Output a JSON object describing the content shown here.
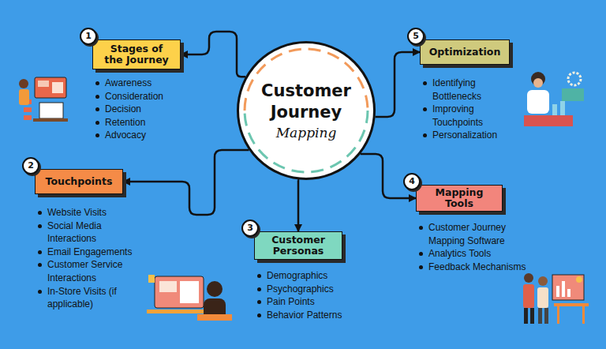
{
  "diagram": {
    "nodes": [
      {
        "text": [
          "Customer Journey",
          "Mapping"
        ]
      },
      {
        "text": [
          "Stages of the Journey",
          "Awareness",
          "Consideration",
          "Decision",
          "Retention",
          "Advocacy"
        ]
      },
      {
        "text": [
          "Touchpoints",
          "Website Visits",
          "Social Media Interactions",
          "Email Engagements",
          "Customer Service Interactions",
          "In-Store Visits (if applicable)"
        ]
      },
      {
        "text": [
          "Customer Personas",
          "Demographics",
          "Psychographics",
          "Pain Points",
          "Behavior Patterns"
        ]
      },
      {
        "text": [
          "Mapping Tools",
          "Customer Journey Mapping Software",
          "Analytics Tools",
          "Feedback Mechanisms"
        ]
      },
      {
        "text": [
          "Optimization",
          "Identifying Bottlenecks",
          "Improving Touchpoints",
          "Personalization"
        ]
      }
    ],
    "edges": [
      {
        "from": 0,
        "to": 1,
        "arrow": "to"
      },
      {
        "from": 0,
        "to": 2,
        "arrow": "to"
      },
      {
        "from": 0,
        "to": 3,
        "arrow": "to"
      },
      {
        "from": 0,
        "to": 4,
        "arrow": "to"
      },
      {
        "from": 0,
        "to": 5,
        "arrow": "to"
      }
    ],
    "labels": [
      "1",
      "2",
      "3",
      "4",
      "5"
    ]
  }
}
